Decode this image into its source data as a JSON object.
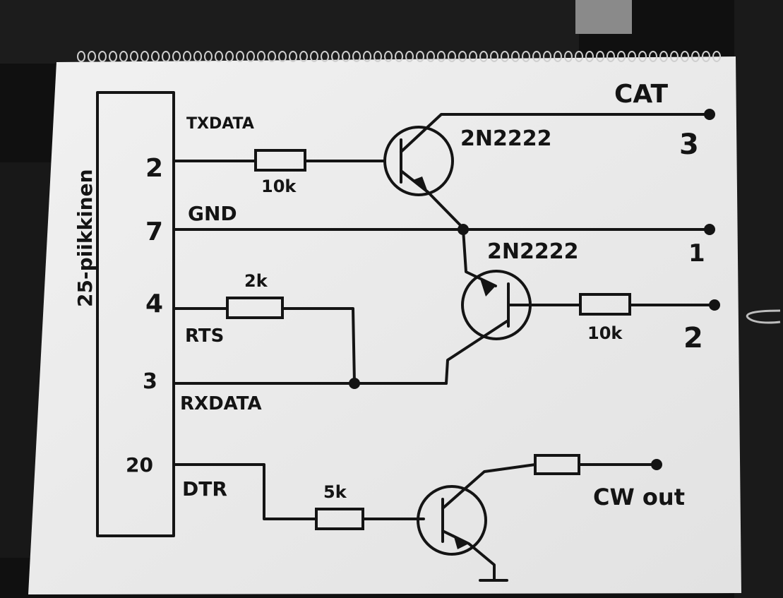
{
  "connector": {
    "label": "25-piikkinen"
  },
  "pins": {
    "p2": "2",
    "p7": "7",
    "p4": "4",
    "p3": "3",
    "p20": "20"
  },
  "signals": {
    "txdata": "TXDATA",
    "gnd": "GND",
    "rts": "RTS",
    "rxdata": "RXDATA",
    "dtr": "DTR"
  },
  "resistors": {
    "r_tx": "10k",
    "r_rts": "2k",
    "r_out": "10k",
    "r_dtr": "5k"
  },
  "transistors": {
    "q1": "2N2222",
    "q2": "2N2222"
  },
  "outputs": {
    "cat_title": "CAT",
    "cat3": "3",
    "cat1": "1",
    "cat2": "2",
    "cw_out": "CW out"
  },
  "colors": {
    "paper": "#e9e9e9",
    "ink": "#141414",
    "background": "#0f0f0f"
  }
}
